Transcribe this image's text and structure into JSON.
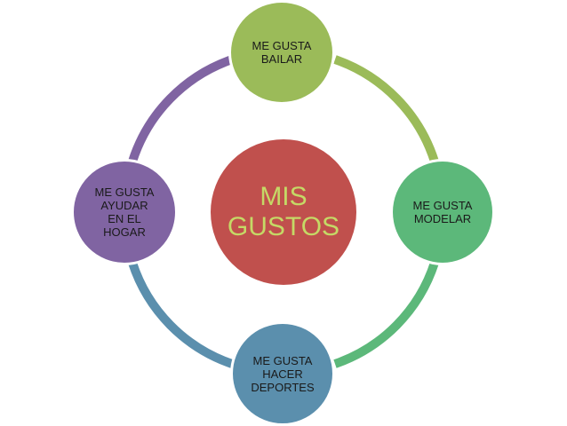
{
  "center": {
    "label": "MIS\nGUSTOS",
    "fill": "#c0504d",
    "text_color": "#c5d966"
  },
  "nodes": [
    {
      "id": "top",
      "label": "ME GUSTA\nBAILAR",
      "fill": "#9bbb59"
    },
    {
      "id": "right",
      "label": "ME GUSTA\nMODELAR",
      "fill": "#5cb87a"
    },
    {
      "id": "bottom",
      "label": "ME GUSTA\nHACER\nDEPORTES",
      "fill": "#5b8fad"
    },
    {
      "id": "left",
      "label": "ME GUSTA\nAYUDAR\nEN EL\nHOGAR",
      "fill": "#8064a2"
    }
  ],
  "arcs": [
    {
      "from": "top",
      "to": "right",
      "color": "#9bbb59"
    },
    {
      "from": "right",
      "to": "bottom",
      "color": "#5cb87a"
    },
    {
      "from": "bottom",
      "to": "left",
      "color": "#5b8fad"
    },
    {
      "from": "left",
      "to": "top",
      "color": "#8064a2"
    }
  ]
}
